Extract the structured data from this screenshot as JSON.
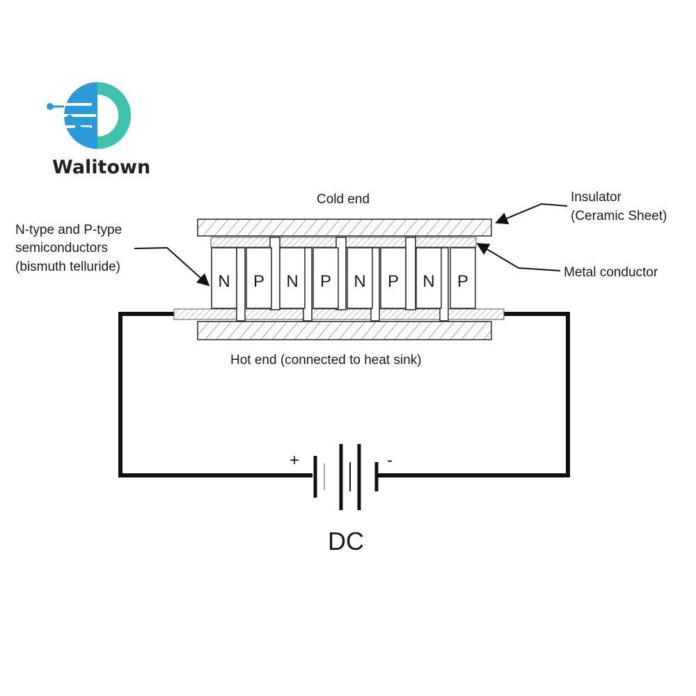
{
  "logo": {
    "text": "Walitown",
    "colors": {
      "blue": "#2a9ad8",
      "teal": "#3fc2ad"
    }
  },
  "labels": {
    "cold_end": "Cold end",
    "hot_end": "Hot end (connected to heat sink)",
    "insulator_line1": "Insulator",
    "insulator_line2": "(Ceramic Sheet)",
    "metal_conductor": "Metal conductor",
    "semi_line1": "N-type and P-type",
    "semi_line2": "semiconductors",
    "semi_line3": "(bismuth telluride)"
  },
  "legs": [
    "N",
    "P",
    "N",
    "P",
    "N",
    "P",
    "N",
    "P"
  ],
  "battery": {
    "plus": "+",
    "minus": "-",
    "label": "DC"
  }
}
